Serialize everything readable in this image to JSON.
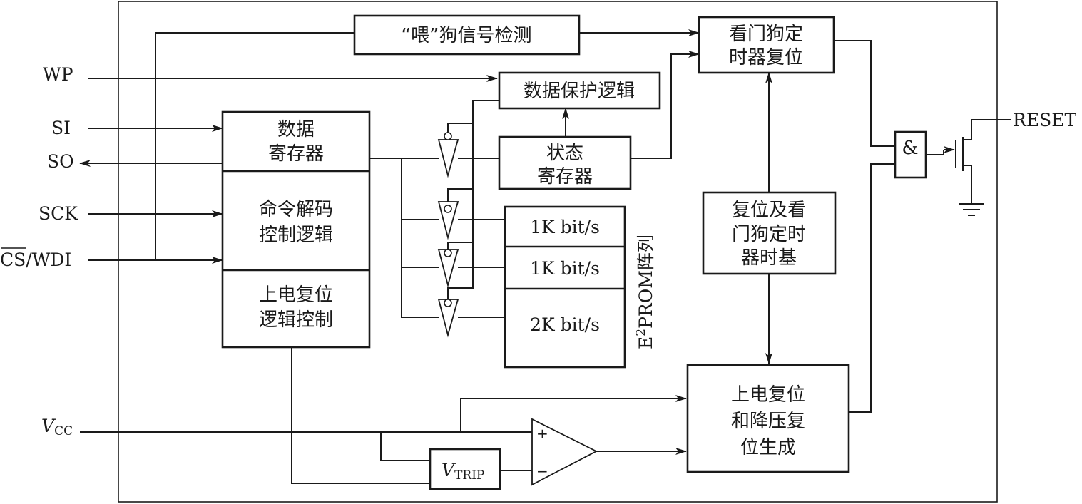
{
  "pins": {
    "wp": "WP",
    "si": "SI",
    "so": "SO",
    "sck": "SCK",
    "cs_bar": "CS",
    "cs_rest": "/WDI",
    "vcc_main": "V",
    "vcc_sub": "CC",
    "reset": "RESET"
  },
  "blocks": {
    "feed_detect": "“喂”狗信号检测",
    "wdt_reset": [
      "看门狗定",
      "时器复位"
    ],
    "data_protect": "数据保护逻辑",
    "data_reg": [
      "数据",
      "寄存器"
    ],
    "cmd_decode": [
      "命令解码",
      "控制逻辑"
    ],
    "por_logic": [
      "上电复位",
      "逻辑控制"
    ],
    "status_reg": [
      "状态",
      "寄存器"
    ],
    "timebase": [
      "复位及看",
      "门狗定时",
      "器时基"
    ],
    "por_gen": [
      "上电复位",
      "和降压复",
      "位生成"
    ],
    "vtrip_main": "V",
    "vtrip_sub": "TRIP"
  },
  "eeprom": {
    "cells": [
      "1K bit/s",
      "1K bit/s",
      "2K bit/s"
    ],
    "label_main": "E",
    "label_sup": "2",
    "label_rest": "PROM阵列"
  },
  "gate": {
    "and_symbol": "&",
    "comp_plus": "+",
    "comp_minus": "−"
  }
}
